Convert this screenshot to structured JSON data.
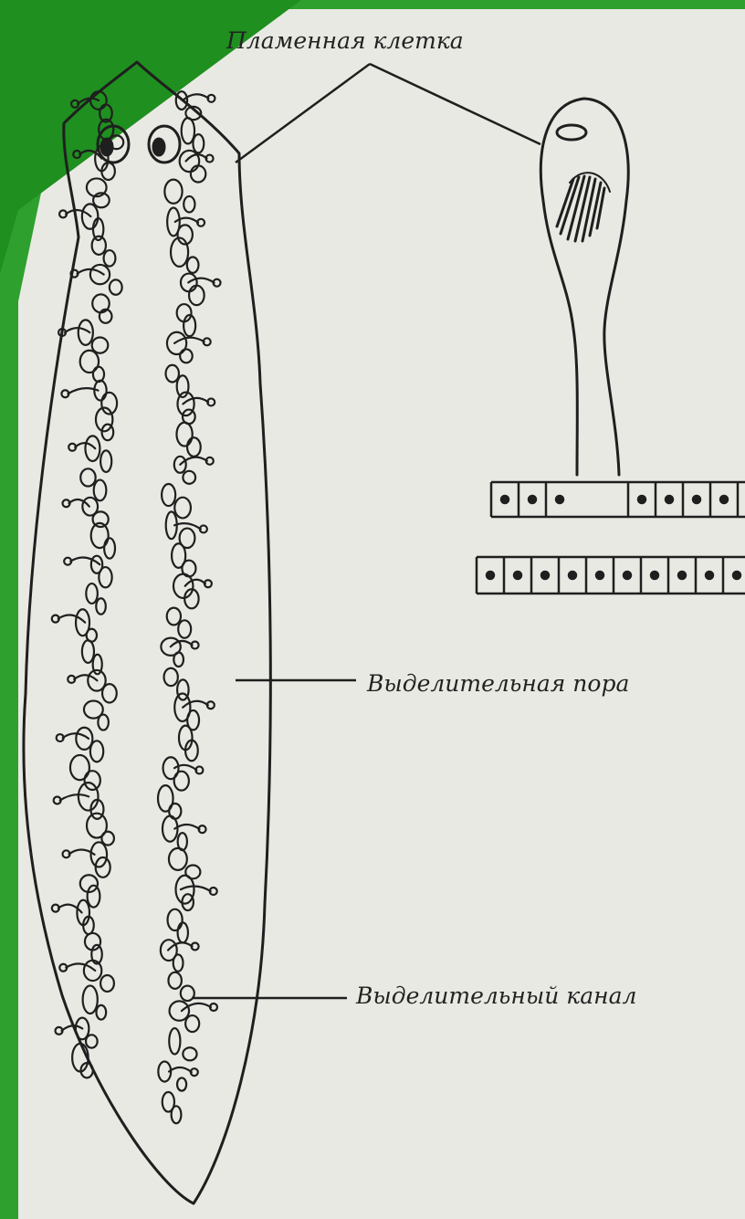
{
  "labels": {
    "flame_cell": "Пламенная клетка",
    "excretory_pore": "Выделительная пора",
    "excretory_canal": "Выделительный канал"
  },
  "colors": {
    "frame_green": "#2ea02e",
    "paper": "#e9e9e3",
    "ink": "#1f1f1f"
  }
}
